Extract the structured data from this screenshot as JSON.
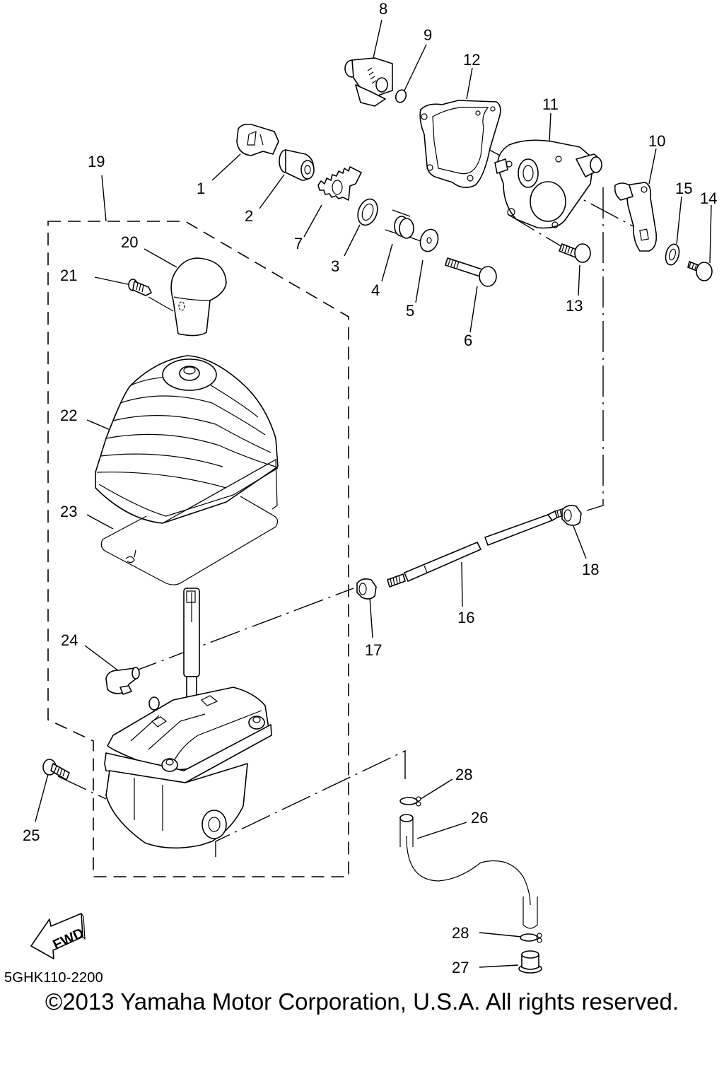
{
  "diagram": {
    "type": "exploded-parts-diagram",
    "subject": "Shift lever assembly",
    "diagram_code": "5GHK110-2200",
    "copyright": "©2013 Yamaha Motor Corporation, U.S.A. All rights reserved.",
    "direction_indicator": {
      "label": "FWD",
      "icon": "forward-arrow-icon"
    },
    "callouts": [
      {
        "id": "1",
        "label": "1"
      },
      {
        "id": "2",
        "label": "2"
      },
      {
        "id": "3",
        "label": "3"
      },
      {
        "id": "4",
        "label": "4"
      },
      {
        "id": "5",
        "label": "5"
      },
      {
        "id": "6",
        "label": "6"
      },
      {
        "id": "7",
        "label": "7"
      },
      {
        "id": "8",
        "label": "8"
      },
      {
        "id": "9",
        "label": "9"
      },
      {
        "id": "10",
        "label": "10"
      },
      {
        "id": "11",
        "label": "11"
      },
      {
        "id": "12",
        "label": "12"
      },
      {
        "id": "13",
        "label": "13"
      },
      {
        "id": "14",
        "label": "14"
      },
      {
        "id": "15",
        "label": "15"
      },
      {
        "id": "16",
        "label": "16"
      },
      {
        "id": "17",
        "label": "17"
      },
      {
        "id": "18",
        "label": "18"
      },
      {
        "id": "19",
        "label": "19"
      },
      {
        "id": "20",
        "label": "20"
      },
      {
        "id": "21",
        "label": "21"
      },
      {
        "id": "22",
        "label": "22"
      },
      {
        "id": "23",
        "label": "23"
      },
      {
        "id": "24",
        "label": "24"
      },
      {
        "id": "25",
        "label": "25"
      },
      {
        "id": "26",
        "label": "26"
      },
      {
        "id": "27",
        "label": "27"
      },
      {
        "id": "28a",
        "label": "28"
      },
      {
        "id": "28b",
        "label": "28"
      }
    ]
  }
}
